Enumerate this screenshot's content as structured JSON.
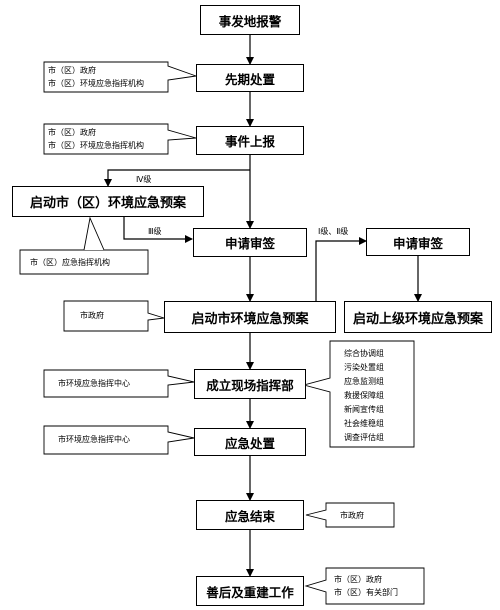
{
  "steps": {
    "s1": "事发地报警",
    "s2": "先期处置",
    "s3": "事件上报",
    "s4": "启动市（区）环境应急预案",
    "s5": "申请审签",
    "s6": "申请审签",
    "s7": "启动市环境应急预案",
    "s8": "启动上级环境应急预案",
    "s9": "成立现场指挥部",
    "s10": "应急处置",
    "s11": "应急结束",
    "s12": "善后及重建工作"
  },
  "branch_labels": {
    "level4": "Ⅳ级",
    "level3": "Ⅲ级",
    "level1_2": "Ⅰ级、Ⅱ级"
  },
  "callouts": {
    "c1": [
      "市（区）政府",
      "市（区）环境应急指挥机构"
    ],
    "c2": [
      "市（区）政府",
      "市（区）环境应急指挥机构"
    ],
    "c3": [
      "市（区）应急指挥机构"
    ],
    "c4": [
      "市政府"
    ],
    "c5": [
      "市环境应急指挥中心"
    ],
    "c6": [
      "市环境应急指挥中心"
    ],
    "c7": [
      "市政府"
    ],
    "c8": [
      "市（区）政府",
      "市（区）有关部门"
    ]
  },
  "groups": [
    "综合协调组",
    "污染处置组",
    "应急监测组",
    "救援保障组",
    "新闻宣传组",
    "社会维稳组",
    "调查评估组"
  ]
}
